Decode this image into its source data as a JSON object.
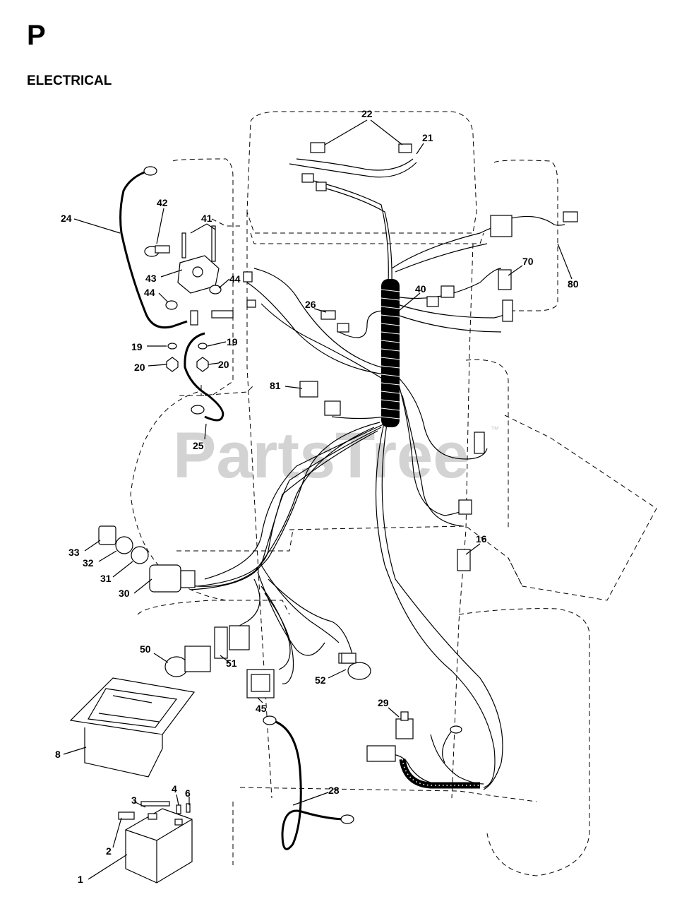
{
  "section": {
    "letter": "P",
    "title": "ELECTRICAL"
  },
  "watermark": {
    "text": "PartsTree",
    "trademark": "™"
  },
  "callouts": [
    {
      "id": "c22",
      "label": "22"
    },
    {
      "id": "c21",
      "label": "21"
    },
    {
      "id": "c24",
      "label": "24"
    },
    {
      "id": "c42",
      "label": "42"
    },
    {
      "id": "c41",
      "label": "41"
    },
    {
      "id": "c43",
      "label": "43"
    },
    {
      "id": "c44a",
      "label": "44"
    },
    {
      "id": "c44b",
      "label": "44"
    },
    {
      "id": "c19a",
      "label": "19"
    },
    {
      "id": "c19b",
      "label": "19"
    },
    {
      "id": "c20a",
      "label": "20"
    },
    {
      "id": "c20b",
      "label": "20"
    },
    {
      "id": "c26",
      "label": "26"
    },
    {
      "id": "c40",
      "label": "40"
    },
    {
      "id": "c70",
      "label": "70"
    },
    {
      "id": "c80",
      "label": "80"
    },
    {
      "id": "c81",
      "label": "81"
    },
    {
      "id": "c25",
      "label": "25"
    },
    {
      "id": "c33",
      "label": "33"
    },
    {
      "id": "c32",
      "label": "32"
    },
    {
      "id": "c31",
      "label": "31"
    },
    {
      "id": "c30",
      "label": "30"
    },
    {
      "id": "c16",
      "label": "16"
    },
    {
      "id": "c50",
      "label": "50"
    },
    {
      "id": "c51",
      "label": "51"
    },
    {
      "id": "c52",
      "label": "52"
    },
    {
      "id": "c45",
      "label": "45"
    },
    {
      "id": "c29",
      "label": "29"
    },
    {
      "id": "c8",
      "label": "8"
    },
    {
      "id": "c28",
      "label": "28"
    },
    {
      "id": "c4",
      "label": "4"
    },
    {
      "id": "c6",
      "label": "6"
    },
    {
      "id": "c3",
      "label": "3"
    },
    {
      "id": "c2",
      "label": "2"
    },
    {
      "id": "c1",
      "label": "1"
    }
  ]
}
